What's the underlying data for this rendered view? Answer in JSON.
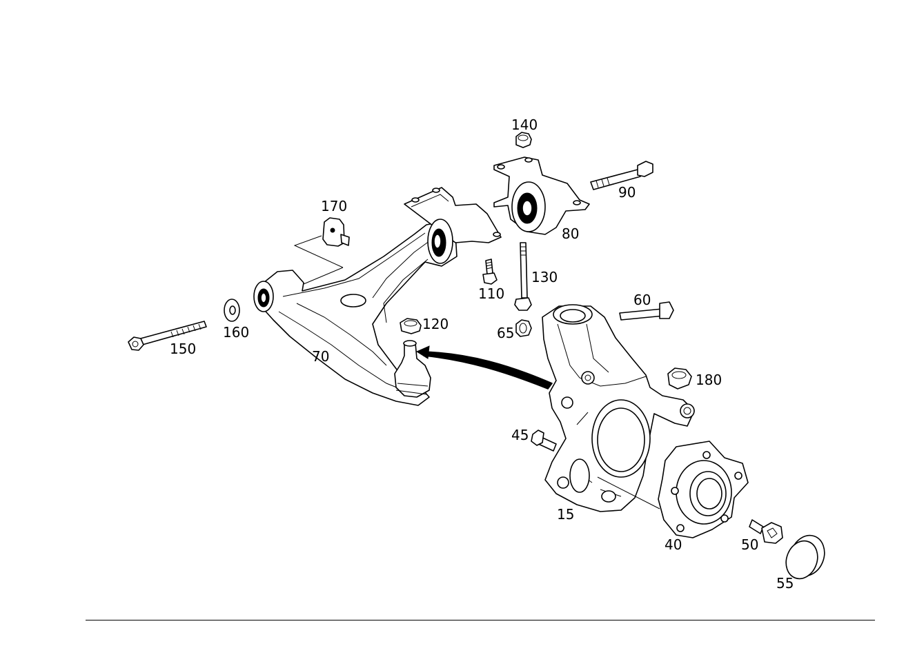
{
  "callouts": {
    "c140": "140",
    "c90": "90",
    "c80": "80",
    "c170": "170",
    "c130": "130",
    "c110": "110",
    "c60": "60",
    "c120": "120",
    "c65": "65",
    "c150": "150",
    "c160": "160",
    "c70": "70",
    "c180": "180",
    "c45": "45",
    "c15": "15",
    "c40": "40",
    "c50": "50",
    "c55": "55"
  }
}
